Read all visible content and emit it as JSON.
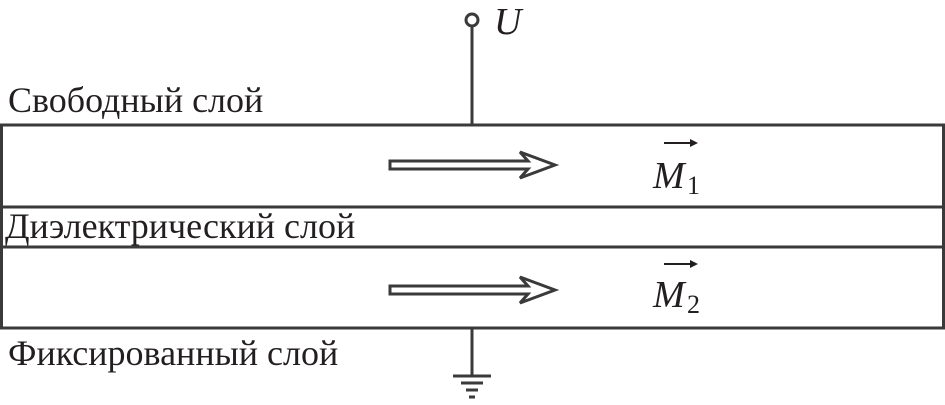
{
  "labels": {
    "free_layer": "Свободный слой",
    "dielectric_layer": "Диэлектрический слой",
    "fixed_layer": "Фиксированный слой"
  },
  "terminal": {
    "symbol": "U"
  },
  "magnetization": [
    {
      "symbol": "M",
      "subscript": "1"
    },
    {
      "symbol": "M",
      "subscript": "2"
    }
  ],
  "colors": {
    "stroke": "#3a3a3a",
    "text": "#231f20"
  }
}
